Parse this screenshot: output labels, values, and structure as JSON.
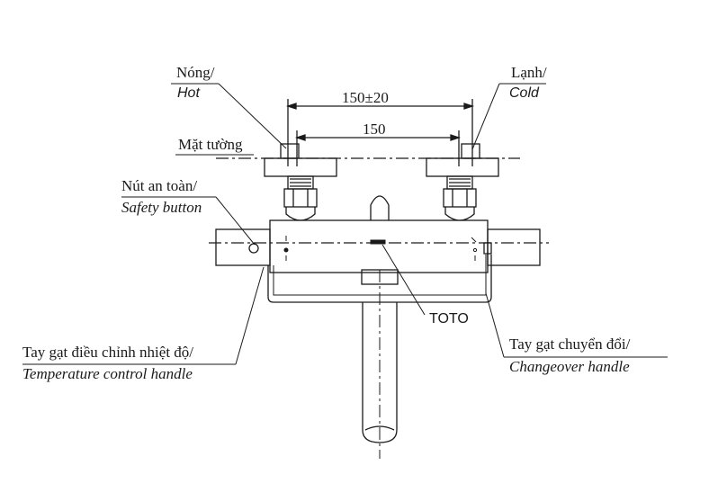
{
  "callouts": {
    "hot": {
      "vi": "Nóng/",
      "en": "Hot"
    },
    "cold": {
      "vi": "Lạnh/",
      "en": "Cold"
    },
    "wall": {
      "vi": "Mặt tường"
    },
    "safety_button": {
      "vi": "Nút an toàn/",
      "en": "Safety button"
    },
    "temperature_handle": {
      "vi": "Tay gạt điều chỉnh nhiệt độ/",
      "en": "Temperature control handle"
    },
    "changeover_handle": {
      "vi": "Tay gạt chuyển đổi/",
      "en": "Changeover handle"
    },
    "brand": {
      "text": "TOTO"
    }
  },
  "dimensions": {
    "outer": "150±20",
    "inner": "150"
  },
  "colors": {
    "line": "#1a1a1a",
    "background": "#ffffff"
  }
}
